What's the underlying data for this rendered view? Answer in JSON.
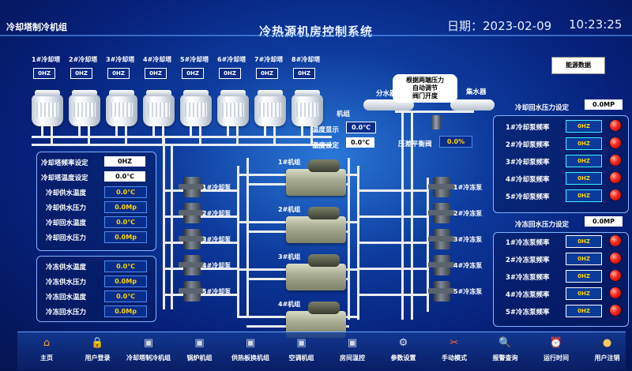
{
  "header": {
    "group_name": "冷却塔制冷机组",
    "system_title": "冷热源机房控制系统",
    "date": "日期：2023-02-09",
    "time": "10:23:25"
  },
  "energy_button": "能源数据",
  "cooling_towers": [
    {
      "label": "1#冷却塔",
      "freq": "0HZ"
    },
    {
      "label": "2#冷却塔",
      "freq": "0HZ"
    },
    {
      "label": "3#冷却塔",
      "freq": "0HZ"
    },
    {
      "label": "4#冷却塔",
      "freq": "0HZ"
    },
    {
      "label": "5#冷却塔",
      "freq": "0HZ"
    },
    {
      "label": "6#冷却塔",
      "freq": "0HZ"
    },
    {
      "label": "7#冷却塔",
      "freq": "0HZ"
    },
    {
      "label": "8#冷却塔",
      "freq": "0HZ"
    }
  ],
  "chiller_group": {
    "title": "机组",
    "temp_display_label": "温度显示",
    "temp_display_value": "0.0℃",
    "temp_set_label": "温度设定",
    "temp_set_value": "0.0℃"
  },
  "pressure_callout": "根据两端压力\n自动调节\n阀门开度",
  "diff_valve_label": "压差平衡阀",
  "diff_valve_value": "0.0%",
  "distributor_label": "分水器",
  "collector_label": "集水器",
  "cooling_panel": [
    {
      "label": "冷却塔频率设定",
      "value": "0HZ",
      "style": "white"
    },
    {
      "label": "冷却塔温度设定",
      "value": "0.0℃",
      "style": "white"
    },
    {
      "label": "冷却供水温度",
      "value": "0.0℃",
      "style": "blue"
    },
    {
      "label": "冷却供水压力",
      "value": "0.0Mp",
      "style": "blue"
    },
    {
      "label": "冷却回水温度",
      "value": "0.0℃",
      "style": "blue"
    },
    {
      "label": "冷却回水压力",
      "value": "0.0Mp",
      "style": "blue"
    }
  ],
  "chilled_panel": [
    {
      "label": "冷冻供水温度",
      "value": "0.0℃"
    },
    {
      "label": "冷冻供水压力",
      "value": "0.0Mp"
    },
    {
      "label": "冷冻回水温度",
      "value": "0.0℃"
    },
    {
      "label": "冷冻回水压力",
      "value": "0.0Mp"
    }
  ],
  "cooling_pumps": [
    "1#冷却泵",
    "2#冷却泵",
    "3#冷却泵",
    "4#冷却泵",
    "5#冷却泵"
  ],
  "chilled_pumps": [
    "1#冷冻泵",
    "2#冷冻泵",
    "3#冷冻泵",
    "4#冷冻泵",
    "5#冷冻泵"
  ],
  "chillers": [
    "1#机组",
    "2#机组",
    "3#机组",
    "4#机组"
  ],
  "cooling_return_pressure": {
    "label": "冷却回水压力设定",
    "value": "0.0MP"
  },
  "chilled_return_pressure": {
    "label": "冷冻回水压力设定",
    "value": "0.0MP"
  },
  "cooling_pump_freqs": [
    {
      "label": "1#冷却泵频率",
      "value": "0HZ"
    },
    {
      "label": "2#冷却泵频率",
      "value": "0HZ"
    },
    {
      "label": "3#冷却泵频率",
      "value": "0HZ"
    },
    {
      "label": "4#冷却泵频率",
      "value": "0HZ"
    },
    {
      "label": "5#冷却泵频率",
      "value": "0HZ"
    }
  ],
  "chilled_pump_freqs": [
    {
      "label": "1#冷冻泵频率",
      "value": "0HZ"
    },
    {
      "label": "2#冷冻泵频率",
      "value": "0HZ"
    },
    {
      "label": "3#冷冻泵频率",
      "value": "0HZ"
    },
    {
      "label": "4#冷冻泵频率",
      "value": "0HZ"
    },
    {
      "label": "5#冷冻泵频率",
      "value": "0HZ"
    }
  ],
  "nav": [
    {
      "label": "主页",
      "icon": "home-icon",
      "glyph": "⌂",
      "color": "#ff9a3c"
    },
    {
      "label": "用户登录",
      "icon": "lock-icon",
      "glyph": "🔒",
      "color": "#ffcc33"
    },
    {
      "label": "冷却塔制冷机组",
      "icon": "monitor-icon",
      "glyph": "▣",
      "color": "#cfd8e6"
    },
    {
      "label": "锅炉机组",
      "icon": "monitor-icon",
      "glyph": "▣",
      "color": "#cfd8e6"
    },
    {
      "label": "供热板换机组",
      "icon": "monitor-icon",
      "glyph": "▣",
      "color": "#cfd8e6"
    },
    {
      "label": "空调机组",
      "icon": "monitor-icon",
      "glyph": "▣",
      "color": "#cfd8e6"
    },
    {
      "label": "房间温控",
      "icon": "monitor-icon",
      "glyph": "▣",
      "color": "#cfd8e6"
    },
    {
      "label": "参数设置",
      "icon": "gear-icon",
      "glyph": "⚙",
      "color": "#dfe6f0"
    },
    {
      "label": "手动模式",
      "icon": "tools-icon",
      "glyph": "✂",
      "color": "#ff6a3c"
    },
    {
      "label": "报警查询",
      "icon": "search-icon",
      "glyph": "🔍",
      "color": "#e0f0ff"
    },
    {
      "label": "运行时间",
      "icon": "clock-icon",
      "glyph": "⏰",
      "color": "#ff4a3c"
    },
    {
      "label": "用户注销",
      "icon": "user-logout-icon",
      "glyph": "●",
      "color": "#ffc85a"
    }
  ]
}
